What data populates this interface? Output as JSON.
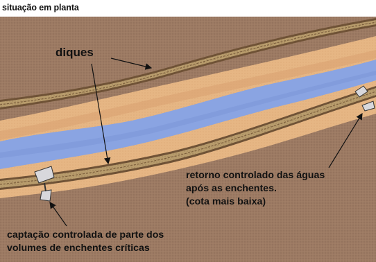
{
  "title": "situação em planta",
  "labels": {
    "diques": "diques",
    "retorno": [
      "retorno controlado das águas",
      "após as enchentes.",
      "(cota mais baixa)"
    ],
    "captacao": [
      "captação controlada de parte dos",
      "volumes de enchentes críticas"
    ]
  },
  "colors": {
    "ground": "#9c7a63",
    "floodplain": "#e6b684",
    "river": "#8aa4e2",
    "dike": "#b89c6c",
    "dike_stripe": "#7d5f3d",
    "gate": "#d8d8dc",
    "text": "#111111"
  },
  "icons": [
    "intake-gate-icon",
    "return-gate-icon"
  ]
}
